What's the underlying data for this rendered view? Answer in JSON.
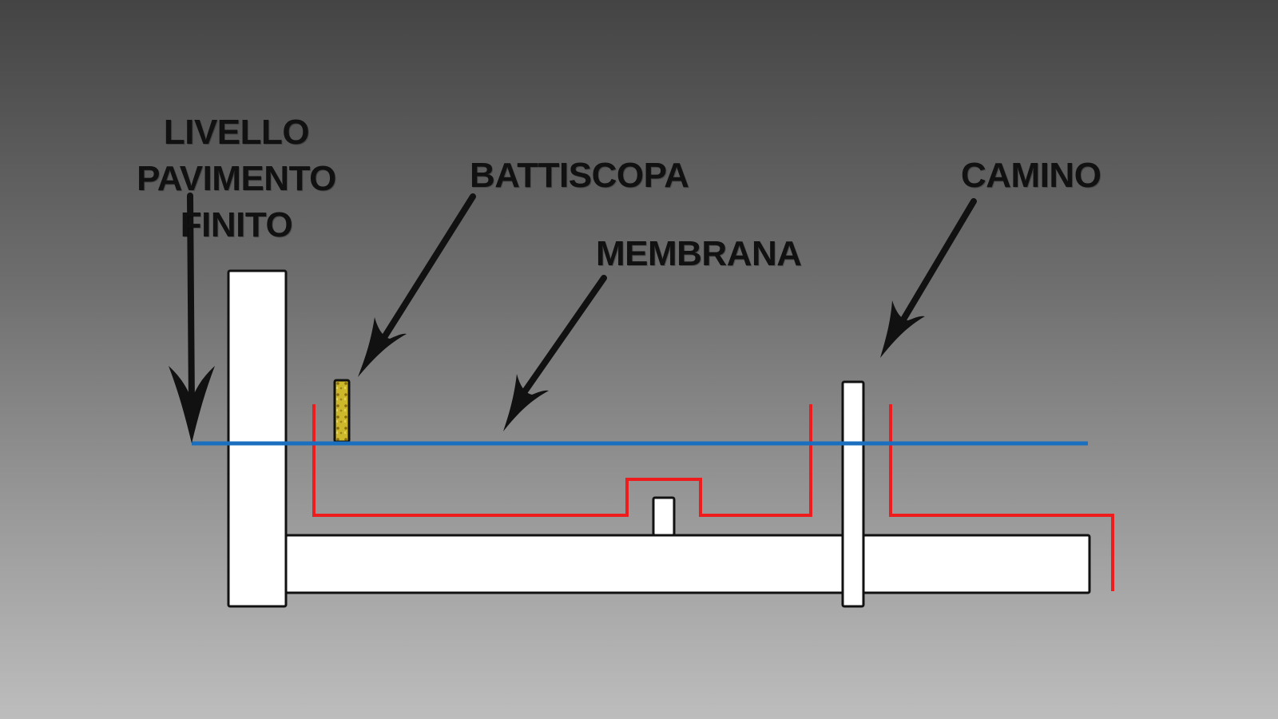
{
  "labels": {
    "livello_line1": "LIVELLO",
    "livello_line2": "PAVIMENTO",
    "livello_line3": "FINITO",
    "battiscopa": "BATTISCOPA",
    "membrana": "MEMBRANA",
    "camino": "CAMINO"
  },
  "colors": {
    "floor_level_line": "#1a6fbf",
    "membrane_line": "#ee1c1c",
    "structure_fill": "#ffffff",
    "structure_stroke": "#111111",
    "baseboard_fill": "#c9b52a",
    "arrow": "#111111"
  }
}
